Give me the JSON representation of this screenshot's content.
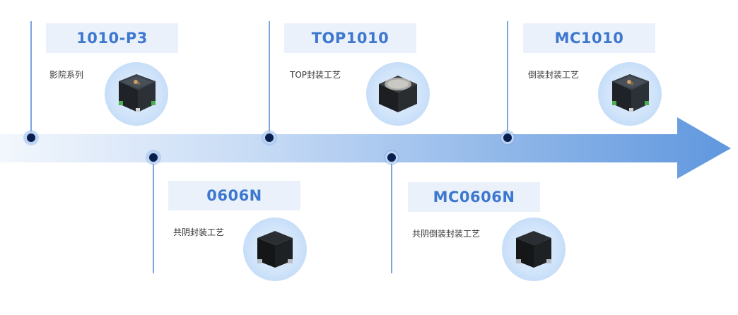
{
  "colors": {
    "arrow_start": "#f3f7fd",
    "arrow_end": "#5f97de",
    "title_bg": "#ebf1fa",
    "title_text": "#3d78cf",
    "dot_fill": "#0b1f4f",
    "line": "#7aa6e0"
  },
  "milestones": [
    {
      "title": "1010-P3",
      "subtitle": "影院系列",
      "icon": "led-chip-rgb-icon"
    },
    {
      "title": "0606N",
      "subtitle": "共阴封装工艺",
      "icon": "led-chip-black-icon"
    },
    {
      "title": "TOP1010",
      "subtitle": "TOP封装工艺",
      "icon": "led-chip-top-icon"
    },
    {
      "title": "MC0606N",
      "subtitle": "共阴倒装封装工艺",
      "icon": "led-chip-black-icon"
    },
    {
      "title": "MC1010",
      "subtitle": "倒装封装工艺",
      "icon": "led-chip-rgb-icon"
    }
  ]
}
